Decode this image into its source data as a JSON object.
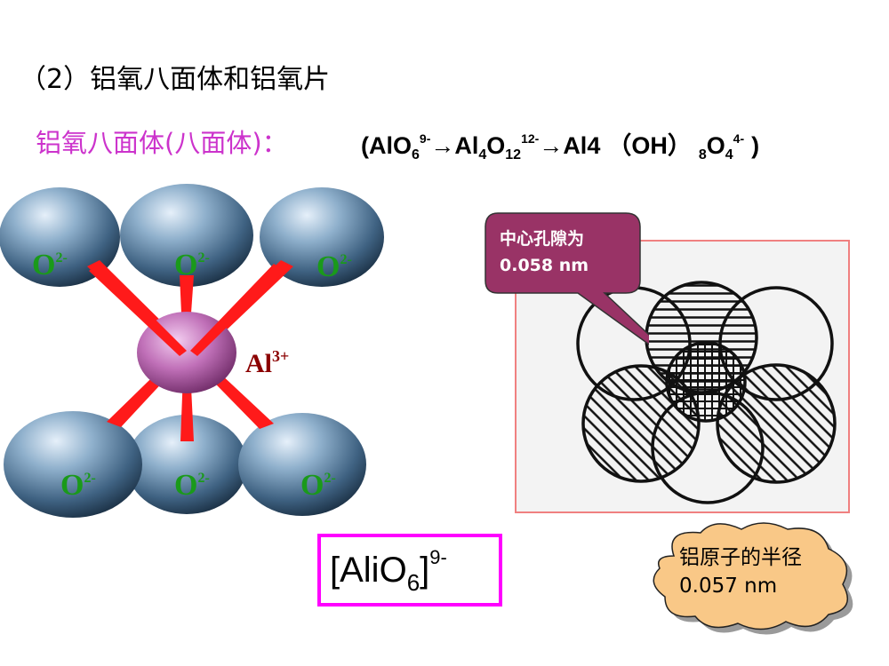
{
  "heading": "（2）铝氧八面体和铝氧片",
  "subtitle": {
    "label": "铝氧八面体(八面体)：",
    "formula": {
      "p1": "(AlO",
      "p1_sub": "6",
      "p1_sup": "9-",
      "arrow1": "→",
      "p2": "Al",
      "p2_sub": "4",
      "p3": "O",
      "p3_sub": "12",
      "p3_sup": "12-",
      "arrow2": "→",
      "p4": "Al4",
      "paren_open": "（",
      "p5": "OH",
      "paren_close": "）",
      "p6_sub": "8",
      "p6": "O",
      "p6_sub2": "4",
      "p6_sup": "4-",
      "end": ")"
    }
  },
  "model": {
    "oxygen_label": "O",
    "oxygen_charge": "2-",
    "al_label": "Al",
    "al_charge": "3+"
  },
  "callout": {
    "line1": "中心孔隙为",
    "line2": "0.058 nm"
  },
  "formula_box": {
    "base": "[AliO",
    "sub": "6",
    "close": "]",
    "sup": "9-"
  },
  "cloud": {
    "text": "铝原子的半径 0.057 nm"
  },
  "colors": {
    "heading": "#000000",
    "subtitle": "#cc33cc",
    "oxygen_label": "#1a9a1a",
    "al_label": "#8b0000",
    "bond": "#ff0000",
    "callout": "#993366",
    "frame": "#f08080",
    "formula_box": "#ff00ff",
    "cloud": "#f9c887"
  }
}
